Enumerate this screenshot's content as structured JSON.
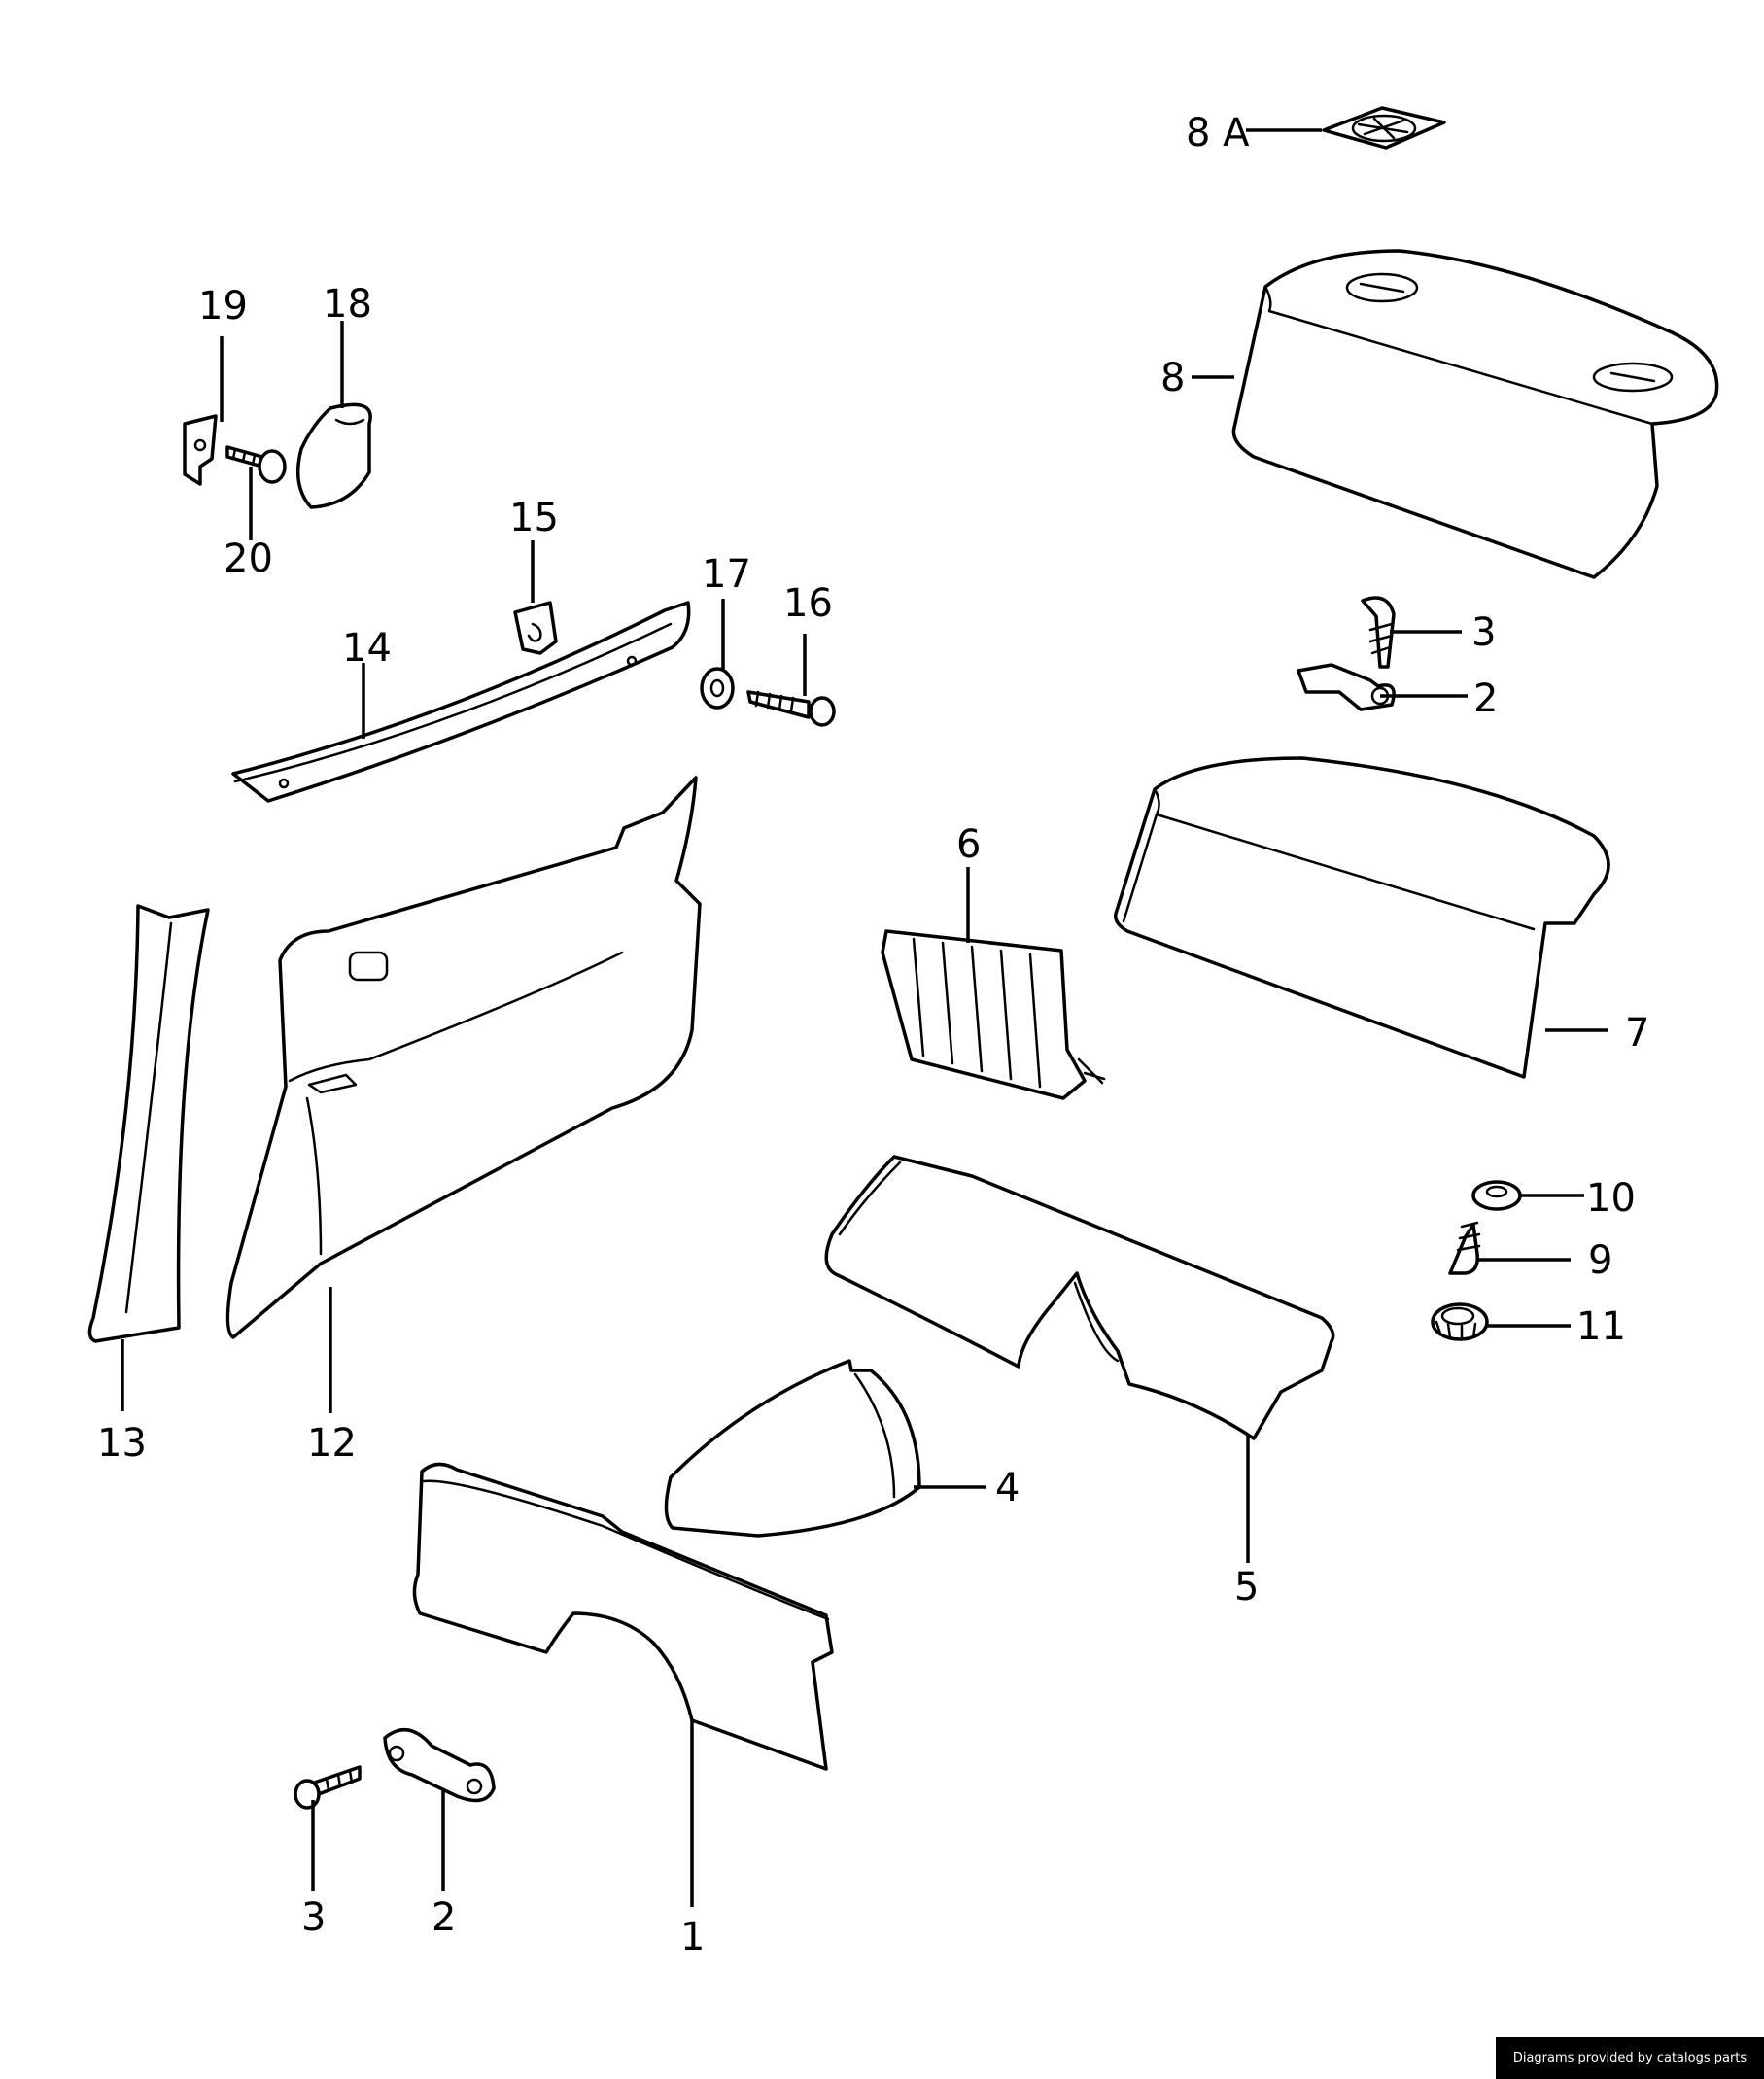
{
  "callouts": {
    "c8a": "8 A",
    "c8": "8",
    "c19": "19",
    "c18": "18",
    "c20": "20",
    "c15": "15",
    "c17": "17",
    "c16": "16",
    "c14": "14",
    "c3_top": "3",
    "c2_top": "2",
    "c6": "6",
    "c7": "7",
    "c10": "10",
    "c9": "9",
    "c11": "11",
    "c13": "13",
    "c12": "12",
    "c4": "4",
    "c5": "5",
    "c3_bottom": "3",
    "c2_bottom": "2",
    "c1": "1"
  },
  "footer": {
    "credit": "Diagrams provided by catalogs parts"
  }
}
